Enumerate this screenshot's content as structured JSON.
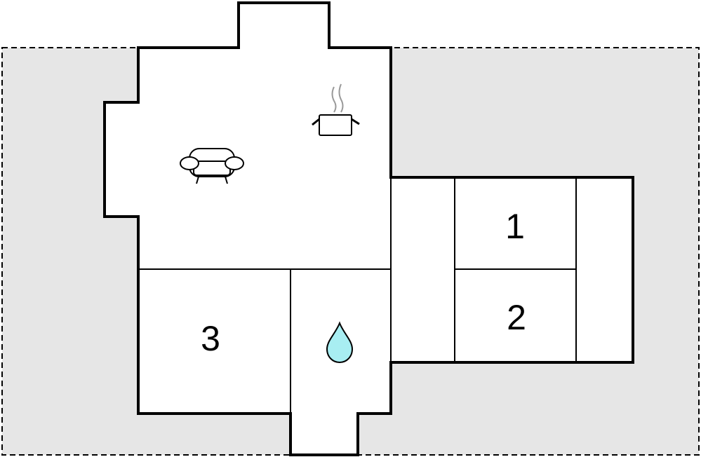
{
  "rooms": {
    "bedroom_1": "1",
    "bedroom_2": "2",
    "bedroom_3": "3"
  },
  "icons": {
    "living": "sofa-icon",
    "kitchen": "cooking-pot-icon",
    "bathroom": "water-drop-icon"
  },
  "colors": {
    "plot": "#e6e6e6",
    "walls": "#000000",
    "floor": "#ffffff",
    "water": "#a8eef2",
    "steam": "#999999"
  }
}
